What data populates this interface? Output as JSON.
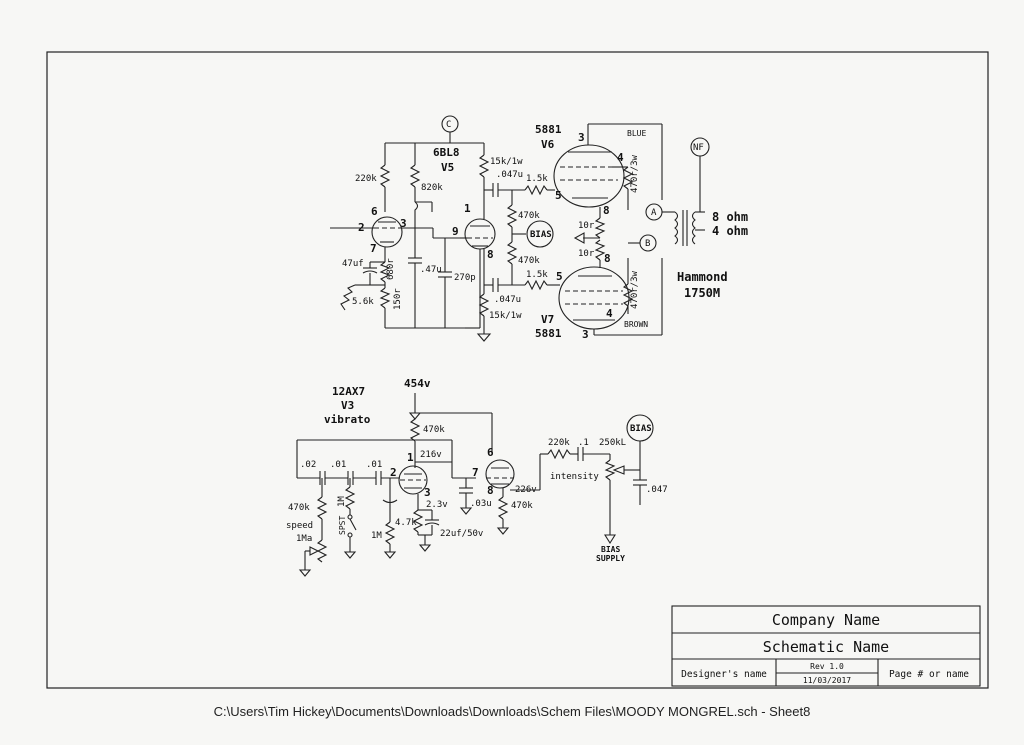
{
  "title_block": {
    "company": "Company Name",
    "schematic": "Schematic Name",
    "designer": "Designer's name",
    "rev": "Rev 1.0",
    "date": "11/03/2017",
    "page": "Page # or name"
  },
  "footer": {
    "path": "C:\\Users\\Tim Hickey\\Documents\\Downloads\\Downloads\\Schem Files\\MOODY MONGREL.sch  -  Sheet8"
  },
  "power_amp": {
    "tube_v5_type": "6BL8",
    "tube_v5_id": "V5",
    "tube_v6_type": "5881",
    "tube_v6_id": "V6",
    "tube_v7_type": "5881",
    "tube_v7_id": "V7",
    "node_c": "C",
    "node_nf": "NF",
    "node_a": "A",
    "node_b": "B",
    "bias_node": "BIAS",
    "wire_blue": "BLUE",
    "wire_brown": "BROWN",
    "output_8": "8 ohm",
    "output_4": "4 ohm",
    "transformer_brand": "Hammond",
    "transformer_model": "1750M",
    "pins": {
      "v5_6": "6",
      "v5_2": "2",
      "v5_7": "7",
      "v5_3": "3",
      "v5_1": "1",
      "v5_9": "9",
      "v5_8": "8",
      "v6_3": "3",
      "v6_4": "4",
      "v6_5": "5",
      "v6_8": "8",
      "v7_5": "5",
      "v7_8": "8",
      "v7_4": "4",
      "v7_3": "3"
    },
    "components": {
      "r_220k": "220k",
      "r_820k": "820k",
      "c_47uf": "47uf",
      "r_680r": "680r",
      "r_5_6k": "5.6k",
      "r_150r": "150r",
      "c_47u": ".47u",
      "c_270p": "270p",
      "r_15k_top": "15k/1w",
      "c_047_top": ".047u",
      "r_1_5k_top": "1.5k",
      "r_470k_top": "470k",
      "r_470k_bot": "470k",
      "r_1_5k_bot": "1.5k",
      "c_047_bot": ".047u",
      "r_15k_bot": "15k/1w",
      "r_10r_a": "10r",
      "r_10r_b": "10r",
      "r_470r_top": "470r/3w",
      "r_470r_bot": "470r/3w"
    }
  },
  "vibrato": {
    "tube_type": "12AX7",
    "tube_id": "V3",
    "name": "vibrato",
    "supply": "454v",
    "r_470k_plate": "470k",
    "v_216": "216v",
    "v_226": "226v",
    "v_2_3": "2.3v",
    "c_02": ".02",
    "c_01a": ".01",
    "c_01b": ".01",
    "r_1m_top": "1M",
    "r_470k_left": "470k",
    "speed_label": "speed",
    "pot_1ma": "1Ma",
    "spst_label": "SPST",
    "r_1m_bot": "1M",
    "r_4_7k": "4.7k",
    "c_22uf": "22uf/50v",
    "c_03u": ".03u",
    "r_470k_right": "470k",
    "r_220k": "220k",
    "c_1": ".1",
    "pot_250k": "250kL",
    "intensity_label": "intensity",
    "c_047": ".047",
    "bias_node": "BIAS",
    "bias_supply_1": "BIAS",
    "bias_supply_2": "SUPPLY",
    "pins": {
      "p1": "1",
      "p2": "2",
      "p3": "3",
      "p6": "6",
      "p7": "7",
      "p8": "8"
    }
  }
}
